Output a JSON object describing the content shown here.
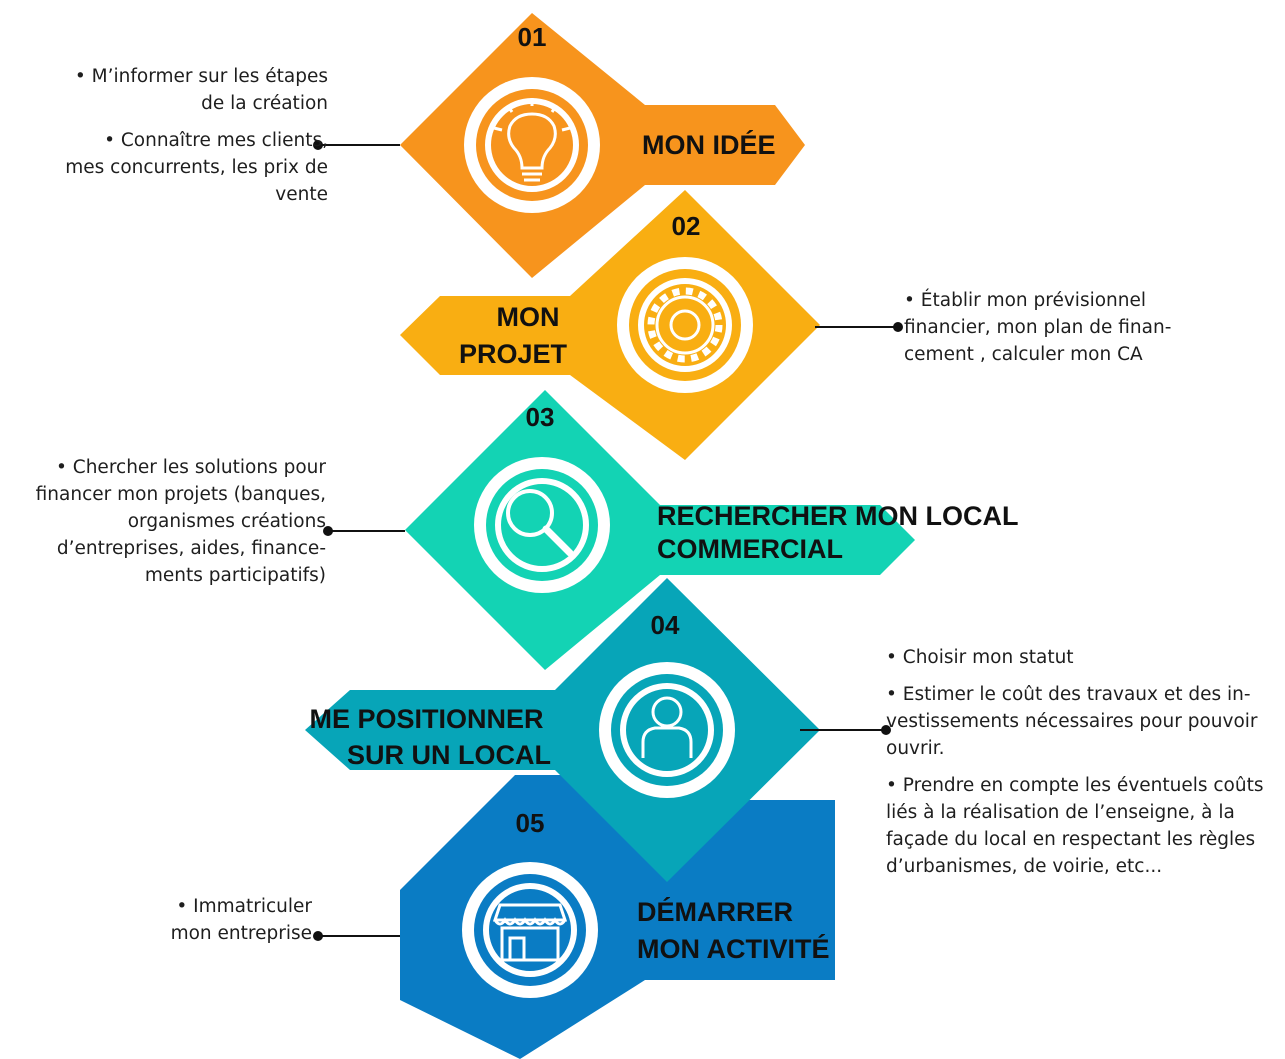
{
  "steps": [
    {
      "number": "01",
      "title_lines": [
        "MON IDÉE"
      ],
      "color": "#F7941D",
      "icon": "lightbulb-icon",
      "bullets": [
        "• M’informer sur les étapes de la création",
        "• Connaître mes  clients, mes concurrents, les prix de vente"
      ]
    },
    {
      "number": "02",
      "title_lines": [
        "MON",
        "PROJET"
      ],
      "color": "#F9AE12",
      "icon": "gear-icon",
      "bullets": [
        "• Établir mon prévisionnel financier, mon plan de finan-cement , calculer mon CA"
      ]
    },
    {
      "number": "03",
      "title_lines": [
        "RECHERCHER MON LOCAL",
        "COMMERCIAL"
      ],
      "color": "#13D3B4",
      "icon": "magnifier-icon",
      "bullets": [
        "• Chercher les solutions pour financer mon projets (banques, organismes créations d’entreprises, aides, finance-ments participatifs)"
      ]
    },
    {
      "number": "04",
      "title_lines": [
        "ME POSITIONNER",
        "SUR UN LOCAL"
      ],
      "color": "#07A5B8",
      "icon": "person-icon",
      "bullets": [
        "• Choisir mon statut",
        "• Estimer le coût des travaux et des in-vestissements nécessaires pour pouvoir ouvrir.",
        "• Prendre en compte les éventuels coûts liés à la réalisation de l’enseigne, à la façade du local en respectant les règles d’urbanismes, de voirie, etc..."
      ]
    },
    {
      "number": "05",
      "title_lines": [
        "DÉMARRER",
        "MON ACTIVITÉ"
      ],
      "color": "#0A7CC4",
      "icon": "storefront-icon",
      "bullets": [
        "• Immatriculer mon entreprise"
      ]
    }
  ]
}
